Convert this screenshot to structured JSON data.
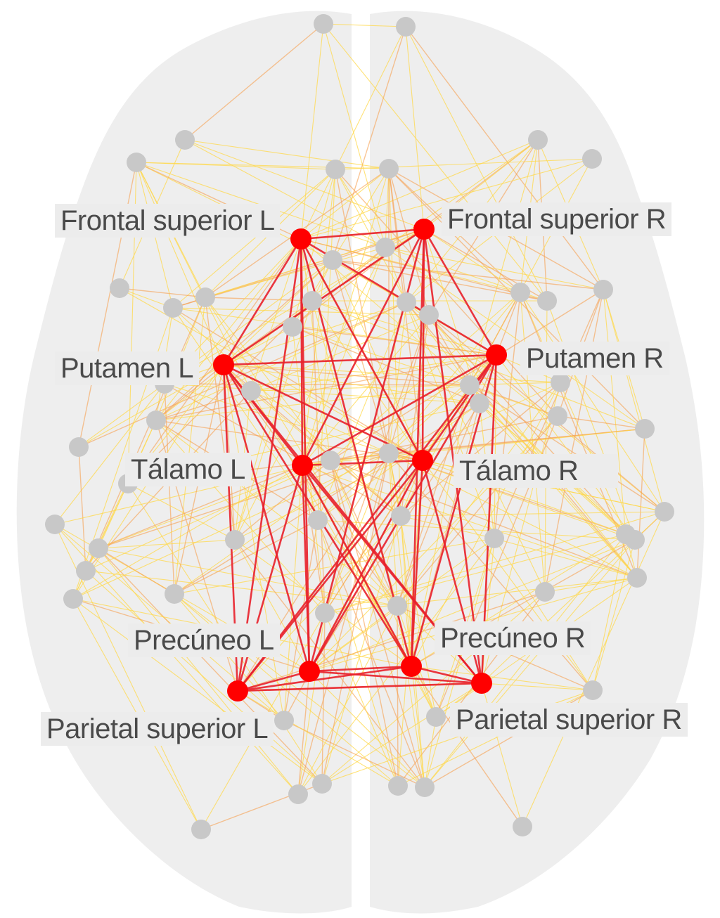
{
  "colors": {
    "brain": "#eeeeee",
    "hub_node": "#ff0000",
    "hub_edge": "#e8202a",
    "other_node": "#c8c8c8",
    "weak_edge": "#ffd84a",
    "mid_edge": "#f7a050",
    "label_bg": "#ececec",
    "label_text": "#4a4a4a"
  },
  "hubs": [
    {
      "id": "fsl",
      "label": "Frontal superior L"
    },
    {
      "id": "fsr",
      "label": "Frontal superior R"
    },
    {
      "id": "pul",
      "label": "Putamen L"
    },
    {
      "id": "pur",
      "label": "Putamen R"
    },
    {
      "id": "tal",
      "label": "Tálamo L"
    },
    {
      "id": "tar",
      "label": "Tálamo R"
    },
    {
      "id": "prl",
      "label": "Precúneo L"
    },
    {
      "id": "prr",
      "label": "Precúneo R"
    },
    {
      "id": "psl",
      "label": "Parietal superior L"
    },
    {
      "id": "psr",
      "label": "Parietal superior R"
    }
  ],
  "hub_connections": [
    [
      "fsl",
      "fsr"
    ],
    [
      "fsl",
      "pul"
    ],
    [
      "fsl",
      "tal"
    ],
    [
      "fsl",
      "tar"
    ],
    [
      "fsl",
      "pur"
    ],
    [
      "fsl",
      "prl"
    ],
    [
      "fsl",
      "prr"
    ],
    [
      "fsl",
      "psl"
    ],
    [
      "fsr",
      "pul"
    ],
    [
      "fsr",
      "tar"
    ],
    [
      "fsr",
      "tal"
    ],
    [
      "fsr",
      "pur"
    ],
    [
      "fsr",
      "prr"
    ],
    [
      "fsr",
      "prl"
    ],
    [
      "fsr",
      "psr"
    ],
    [
      "pul",
      "pur"
    ],
    [
      "pul",
      "tal"
    ],
    [
      "pul",
      "tar"
    ],
    [
      "pul",
      "prl"
    ],
    [
      "pul",
      "prr"
    ],
    [
      "pul",
      "psl"
    ],
    [
      "pul",
      "psr"
    ],
    [
      "pur",
      "tar"
    ],
    [
      "pur",
      "tal"
    ],
    [
      "pur",
      "prr"
    ],
    [
      "pur",
      "prl"
    ],
    [
      "pur",
      "psr"
    ],
    [
      "pur",
      "psl"
    ],
    [
      "tal",
      "tar"
    ],
    [
      "tal",
      "prl"
    ],
    [
      "tal",
      "prr"
    ],
    [
      "tal",
      "psl"
    ],
    [
      "tal",
      "psr"
    ],
    [
      "tar",
      "prr"
    ],
    [
      "tar",
      "prl"
    ],
    [
      "tar",
      "psr"
    ],
    [
      "tar",
      "psl"
    ],
    [
      "prl",
      "prr"
    ],
    [
      "prl",
      "psl"
    ],
    [
      "prl",
      "psr"
    ],
    [
      "prr",
      "psr"
    ],
    [
      "prr",
      "psl"
    ],
    [
      "psl",
      "psr"
    ]
  ]
}
